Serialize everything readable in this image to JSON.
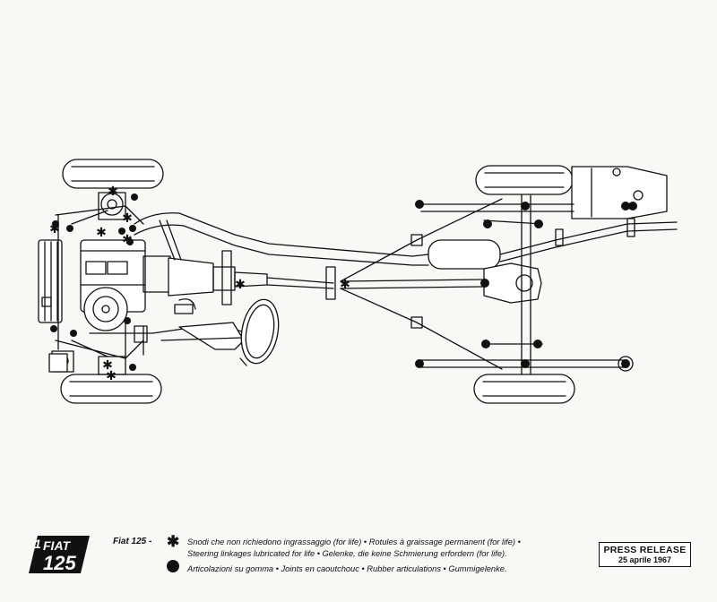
{
  "logo": {
    "text_top": "FIAT",
    "text_bottom": "125"
  },
  "caption": {
    "model": "Fiat 125 -",
    "lubricated_symbol": "asterisk-icon",
    "lubricated_line_1": "Snodi che non richiedono ingrassaggio (for life) • Rotules à graissage permanent (for life) •",
    "lubricated_line_2": "Steering linkages lubricated for life • Gelenke, die keine Schmierung erfordern (for life).",
    "rubber_symbol": "filled-dot-icon",
    "rubber_line": "Articolazioni su gomma • Joints en caoutchouc • Rubber articulations • Gummigelenke."
  },
  "press_release": {
    "title": "PRESS RELEASE",
    "date": "25 aprile 1967"
  },
  "colors": {
    "ink": "#111111",
    "paper": "#f8f8f5"
  }
}
